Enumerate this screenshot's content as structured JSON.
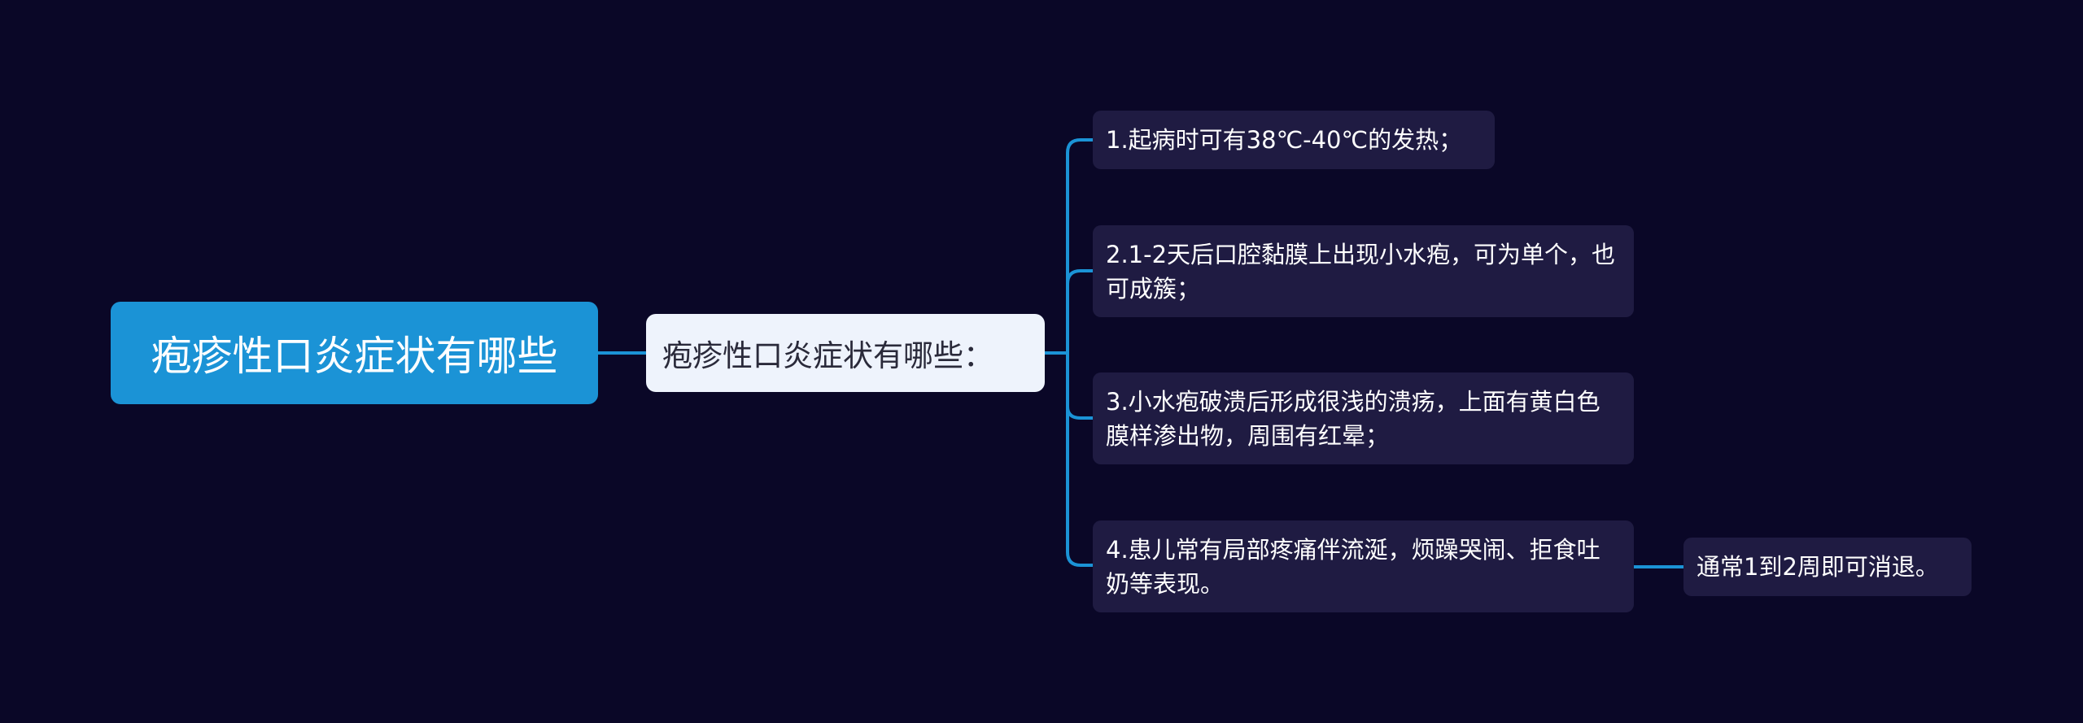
{
  "root": {
    "text": "疱疹性口炎症状有哪些"
  },
  "subtopic": {
    "text": "疱疹性口炎症状有哪些："
  },
  "items": [
    {
      "text": "1.起病时可有38℃-40℃的发热；"
    },
    {
      "text": "2.1-2天后口腔黏膜上出现小水疱，可为单个，也可成簇；"
    },
    {
      "text": "3.小水疱破溃后形成很浅的溃疡，上面有黄白色膜样渗出物，周围有红晕；"
    },
    {
      "text": "4.患儿常有局部疼痛伴流涎，烦躁哭闹、拒食吐奶等表现。"
    }
  ],
  "note": {
    "text": "通常1到2周即可消退。"
  },
  "colors": {
    "background": "#0a0727",
    "root_fill": "#1b93d6",
    "subtopic_fill": "#eef3fc",
    "leaf_fill": "#1f1b42",
    "connector": "#1b93d6"
  }
}
